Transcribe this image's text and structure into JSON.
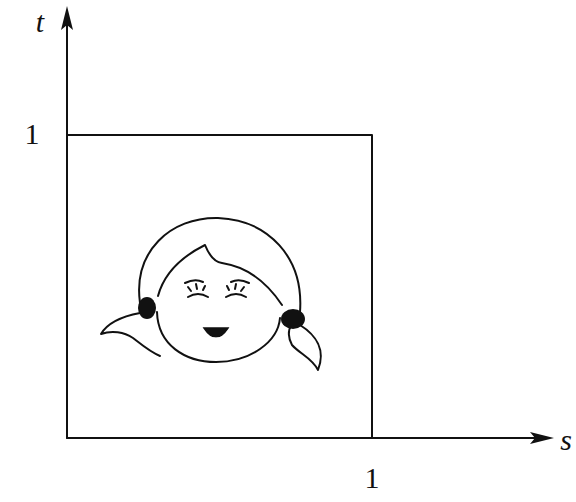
{
  "diagram": {
    "labels": [
      "t",
      "1",
      "s",
      "1"
    ]
  }
}
